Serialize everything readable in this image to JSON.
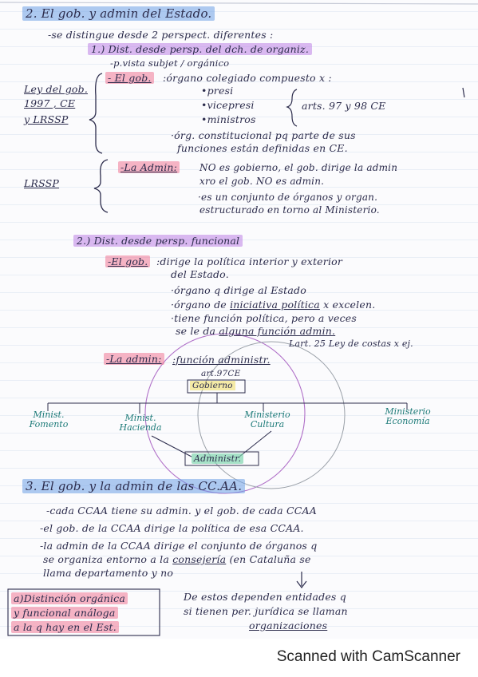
{
  "sections": {
    "s2_title": "2. El gob. y admin del Estado.",
    "s2_intro": "-se distingue desde 2 perspect. diferentes :",
    "p1_title": "1.) Dist. desde persp. del dch. de organiz.",
    "p1_sub": "-p.vista subjet / orgánico",
    "side_law1": "Ley del gob.",
    "side_law2": "1997 , CE",
    "side_law3": "y LRSSP",
    "gob_label": "- El gob.",
    "gob_def": ":órgano colegiado compuesto x :",
    "gob_item1": "•presi",
    "gob_item2": "•vicepresi",
    "gob_item3": "•ministros",
    "gob_arts": "arts. 97 y 98 CE",
    "gob_const1": "·órg. constitucional pq parte de sus",
    "gob_const2": "funciones están definidas en CE.",
    "side_lrssp": "LRSSP",
    "admin_label": "-La Admin:",
    "admin_def1": "NO es gobierno, el gob. dirige la admin",
    "admin_def2": "xro el gob. NO es admin.",
    "admin_def3": "·es un conjunto de órganos y organ.",
    "admin_def4": "estructurado en torno al Ministerio.",
    "p2_title": "2.) Dist. desde persp. funcional",
    "gob2_label": "-El gob.",
    "gob2_l1": ":dirige la política interior y exterior",
    "gob2_l2": "del Estado.",
    "gob2_l3": "·órgano q dirige al Estado",
    "gob2_l4_a": "·órgano de",
    "gob2_l4_b": "iniciativa política",
    "gob2_l4_c": "x excelen.",
    "gob2_l5": "·tiene función política, pero a veces",
    "gob2_l6_a": "se le da",
    "gob2_l6_b": "alguna función admin.",
    "gob2_l7": "Lart. 25 Ley de costas x ej.",
    "admin2_label": "-La admin:",
    "admin2_def": ":función administr.",
    "diagram_art": "art.97CE",
    "diagram_gobierno": "Gobierno",
    "diagram_m1": "Minist. Fomento",
    "diagram_m2": "Minist. Hacienda",
    "diagram_m3": "Ministerio Cultura",
    "diagram_m4": "Ministerio Economía",
    "diagram_admin": "Administr.",
    "s3_title": "3. El gob. y la admin de las CC.AA.",
    "s3_l1": "-cada CCAA tiene su admin. y el gob. de cada CCAA",
    "s3_l2": "-el gob. de la CCAA dirige la política de esa CCAA.",
    "s3_l3": "-la admin de la CCAA dirige el conjunto de órganos q",
    "s3_l4_a": "se organiza entorno a la",
    "s3_l4_b": "consejería",
    "s3_l4_c": "(en Cataluña se",
    "s3_l5": "llama departamento y no",
    "box_l1": "a)Distinción orgánica",
    "box_l2": "y funcional análoga",
    "box_l3": "a la q hay en el Est.",
    "right_l1": "De estos dependen entidades q",
    "right_l2": "si tienen per. jurídica se llaman",
    "right_l3": "organizaciones"
  },
  "footer": {
    "scanner_label": "Scanned with CamScanner"
  }
}
